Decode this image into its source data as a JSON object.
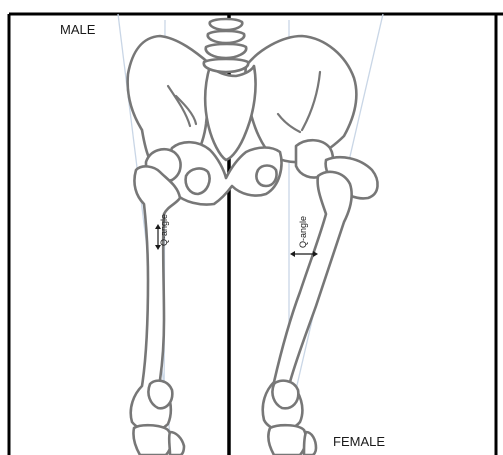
{
  "labels": {
    "male": "MALE",
    "female": "FEMALE",
    "q_angle_left": "Q-angle",
    "q_angle_right": "Q-angle"
  },
  "colors": {
    "bone_outline": "#777777",
    "axis_lines": "#c9d6e6",
    "frame": "#000000",
    "text": "#1a1a1a"
  }
}
